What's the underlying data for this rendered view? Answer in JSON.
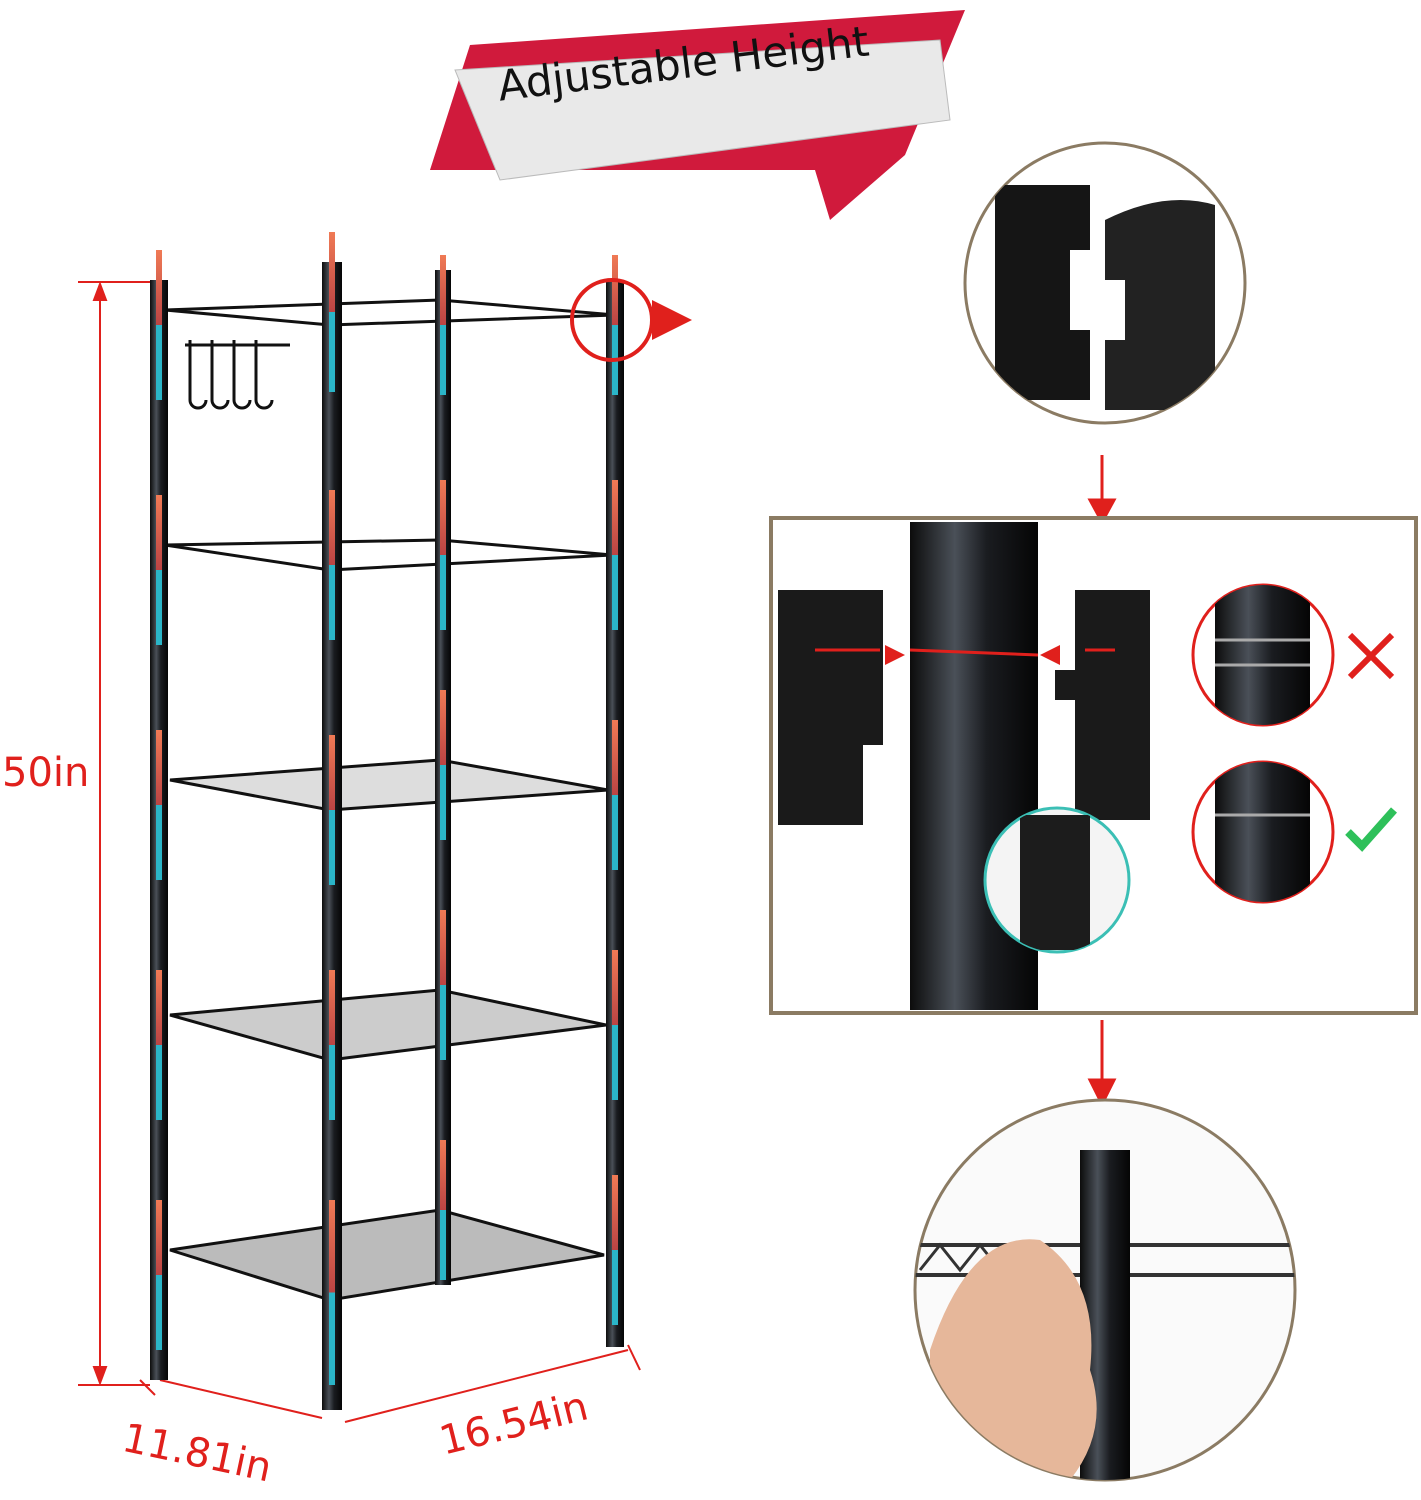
{
  "banner": {
    "title": "Adjustable Height"
  },
  "dimensions": {
    "height": "50in",
    "depth": "11.81in",
    "width": "16.54in"
  },
  "shelf": {
    "tiers": 5,
    "posts": 4,
    "hooks": 4
  },
  "install_steps": [
    {
      "step": "clips",
      "icon": "plastic-clip-icon"
    },
    {
      "step": "attach-clips",
      "icon": "clip-to-pole-icon",
      "wrong_mark": "cross-icon",
      "right_mark": "check-icon"
    },
    {
      "step": "slide-shelf",
      "icon": "hand-install-icon"
    }
  ],
  "colors": {
    "accent_red": "#e0201c",
    "ribbon": "#d01a3c",
    "frame": "#8b7b63",
    "arrow_up": "#f07a55",
    "arrow_down": "#2bb5c8",
    "check": "#2ec05a"
  }
}
